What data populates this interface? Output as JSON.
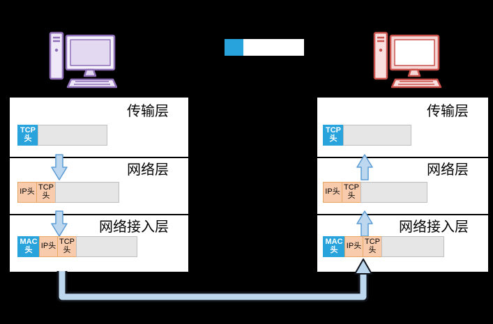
{
  "colors": {
    "background": "#000000",
    "panel": "#FFFFFF",
    "header_blue": "#29A3DC",
    "header_orange": "#F8CBAD",
    "header_orange_border": "#E8A864",
    "data_gray": "#E7E6E6",
    "data_border": "#BFBFBF",
    "arrow_fill": "#BDD7EE",
    "arrow_stroke": "#5B9BD5",
    "pipe_fill": "#BDD7EE",
    "pipe_stroke": "#10131A",
    "label_text": "#000000",
    "sender_accent": "#8E6FB8",
    "receiver_accent": "#C9504B",
    "legend_blue": "#29A3DC"
  },
  "legend": {
    "header_color": "#29A3DC",
    "body_color": "#FFFFFF"
  },
  "sender": {
    "flow": "down",
    "layers": [
      {
        "label": "传输层",
        "packet": [
          {
            "kind": "header-blue",
            "text": "TCP头"
          },
          {
            "kind": "data",
            "text": ""
          }
        ]
      },
      {
        "label": "网络层",
        "packet": [
          {
            "kind": "header-orange",
            "text": "IP头"
          },
          {
            "kind": "header-orange",
            "text": "TCP头"
          },
          {
            "kind": "data",
            "text": ""
          }
        ]
      },
      {
        "label": "网络接入层",
        "packet": [
          {
            "kind": "header-blue",
            "text": "MAC头"
          },
          {
            "kind": "header-orange",
            "text": "IP头"
          },
          {
            "kind": "header-orange",
            "text": "TCP头"
          },
          {
            "kind": "data",
            "text": ""
          }
        ]
      }
    ]
  },
  "receiver": {
    "flow": "up",
    "layers": [
      {
        "label": "传输层",
        "packet": [
          {
            "kind": "header-blue",
            "text": "TCP头"
          },
          {
            "kind": "data",
            "text": ""
          }
        ]
      },
      {
        "label": "网络层",
        "packet": [
          {
            "kind": "header-orange",
            "text": "IP头"
          },
          {
            "kind": "header-orange",
            "text": "TCP头"
          },
          {
            "kind": "data",
            "text": ""
          }
        ]
      },
      {
        "label": "网络接入层",
        "packet": [
          {
            "kind": "header-blue",
            "text": "MAC头"
          },
          {
            "kind": "header-orange",
            "text": "IP头"
          },
          {
            "kind": "header-orange",
            "text": "TCP头"
          },
          {
            "kind": "data",
            "text": ""
          }
        ]
      }
    ]
  }
}
